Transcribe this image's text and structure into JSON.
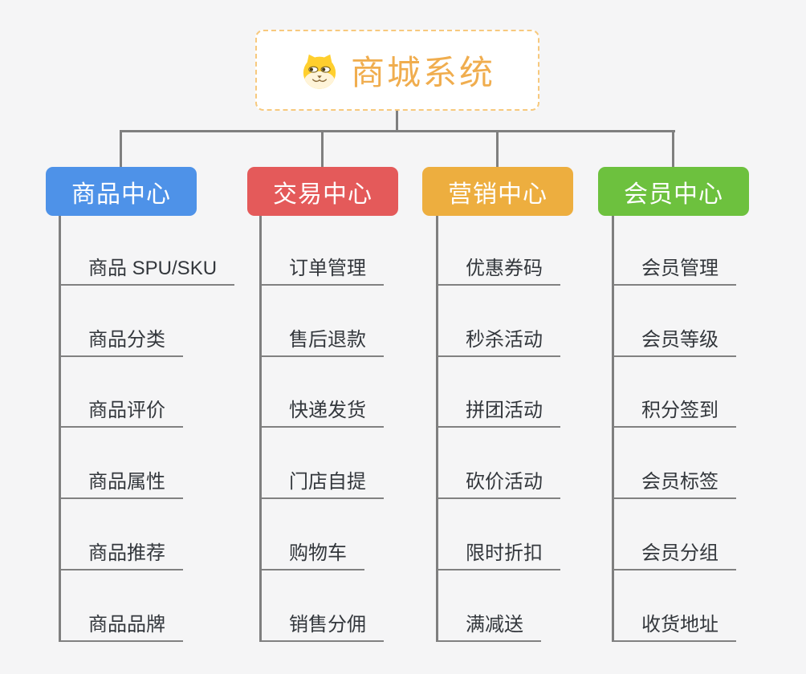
{
  "canvas": {
    "background_color": "#f5f5f6",
    "connector_color": "#7f7f7f"
  },
  "root": {
    "label": "商城系统",
    "icon": "dog-face-icon",
    "text_color": "#f0ad4e",
    "border_color": "#f7c97e",
    "fill_color": "#ffffff"
  },
  "branches": [
    {
      "label": "商品中心",
      "color": "#4e92e8",
      "items": [
        "商品 SPU/SKU",
        "商品分类",
        "商品评价",
        "商品属性",
        "商品推荐",
        "商品品牌"
      ]
    },
    {
      "label": "交易中心",
      "color": "#e45a5a",
      "items": [
        "订单管理",
        "售后退款",
        "快递发货",
        "门店自提",
        "购物车",
        "销售分佣"
      ]
    },
    {
      "label": "营销中心",
      "color": "#edae3f",
      "items": [
        "优惠券码",
        "秒杀活动",
        "拼团活动",
        "砍价活动",
        "限时折扣",
        "满减送"
      ]
    },
    {
      "label": "会员中心",
      "color": "#6dc13e",
      "items": [
        "会员管理",
        "会员等级",
        "积分签到",
        "会员标签",
        "会员分组",
        "收货地址"
      ]
    }
  ],
  "leaf_text_color": "#33373c"
}
